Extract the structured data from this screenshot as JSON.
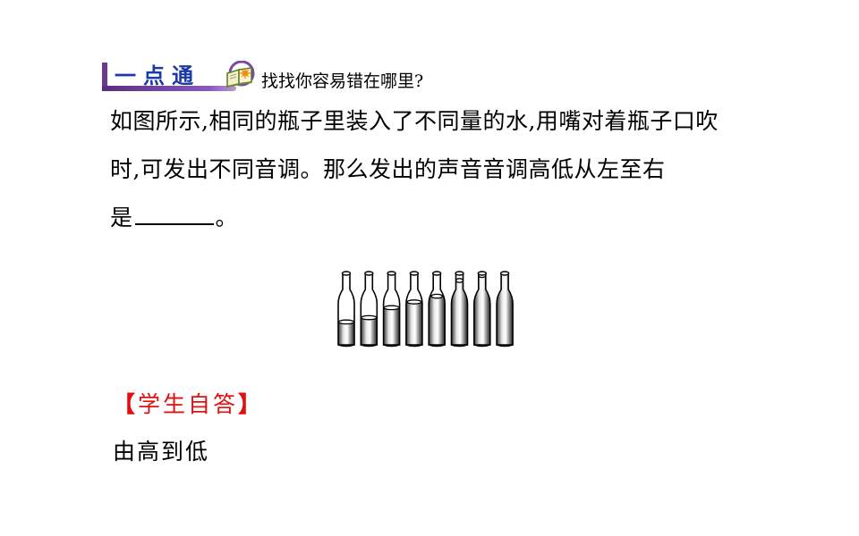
{
  "header": {
    "badge_label": "一点通",
    "subtitle": "找找你容易错在哪里?",
    "icon": "open-book-icon"
  },
  "question": {
    "line1": "如图所示,相同的瓶子里装入了不同量的水,用嘴对着瓶子口吹",
    "line2": "时,可发出不同音调。那么发出的声音音调高低从左至右",
    "line3_prefix": "是",
    "line3_suffix": "。"
  },
  "figure": {
    "description": "8 identical bottles with increasing water levels from left to right",
    "bottle_count": 8,
    "water_levels": [
      0.32,
      0.38,
      0.52,
      0.6,
      0.68,
      0.9,
      0.97,
      1.0
    ]
  },
  "answer_section": {
    "label_open": "【",
    "label": "学生自答",
    "label_close": "】",
    "answer": "由高到低"
  },
  "colors": {
    "badge_text": "#1a3aa8",
    "badge_bar": "#6b3a8f",
    "answer_label": "#e01010"
  }
}
